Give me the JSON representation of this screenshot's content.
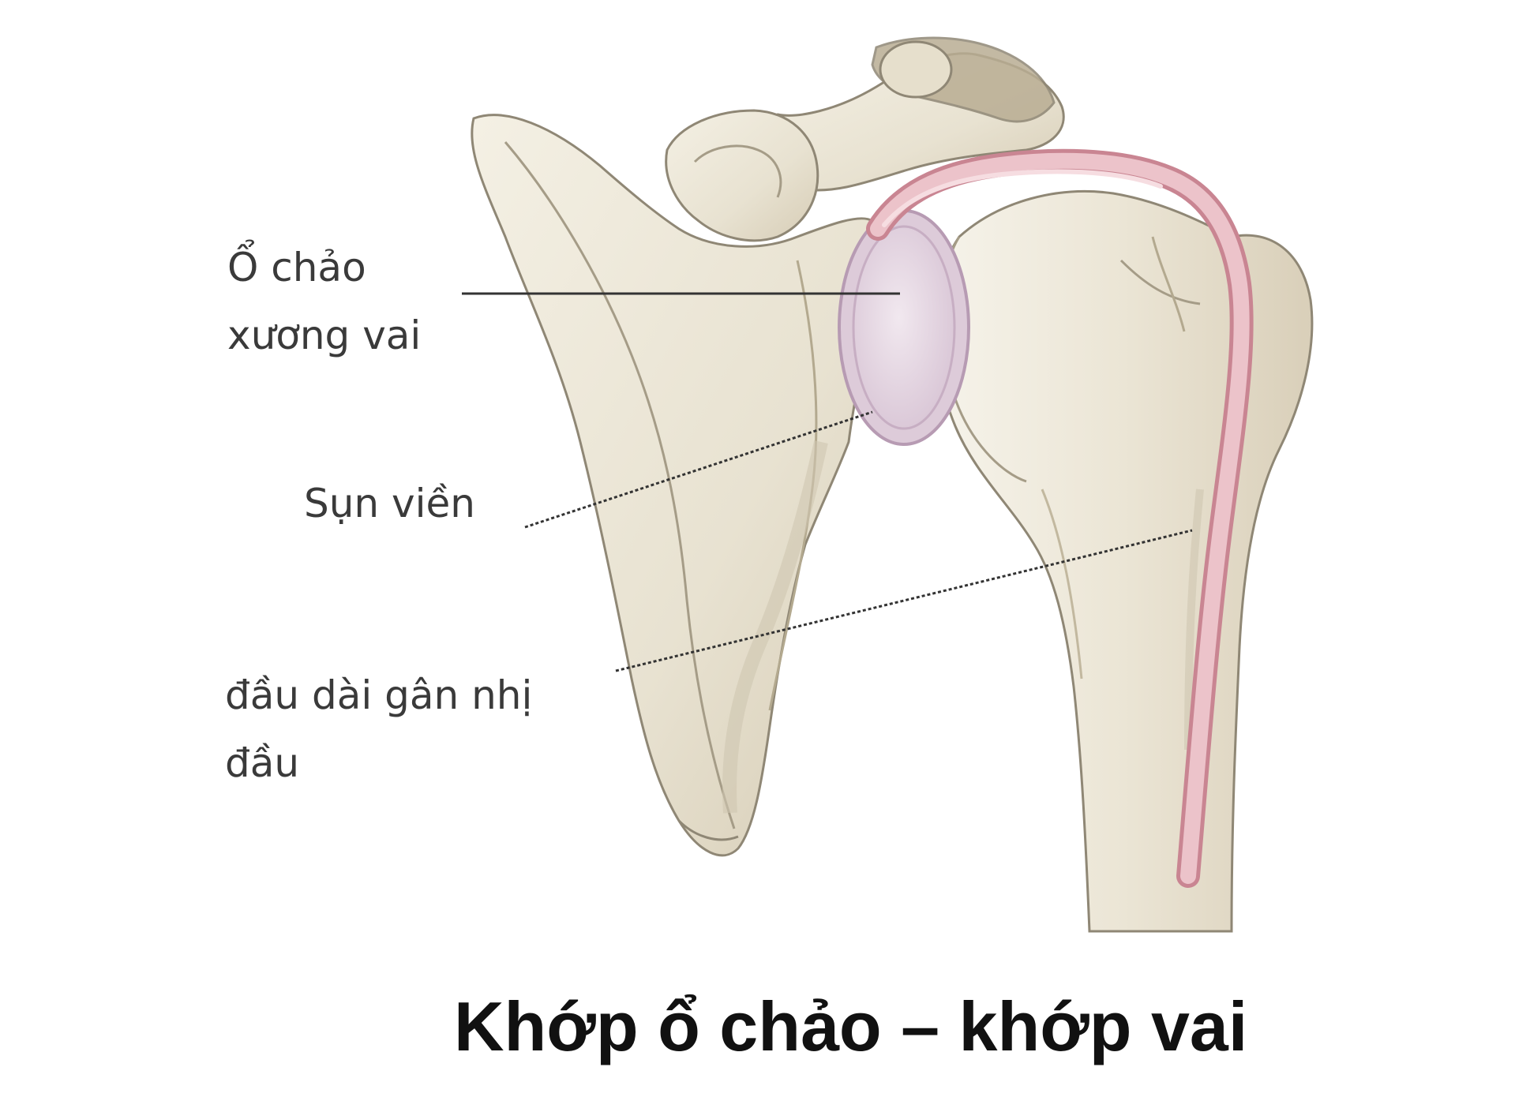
{
  "labels": {
    "glenoid_line1": "Ổ chảo",
    "glenoid_line2": "xương vai",
    "labrum": "Sụn viền",
    "biceps_line1": "đầu dài gân nhị",
    "biceps_line2": "đầu"
  },
  "title": "Khớp ổ chảo – khớp vai",
  "colors": {
    "bone": "#ece7d8",
    "bone_shadow": "#cfc6b0",
    "bone_outline": "#8f8775",
    "cartilage": "#e8dbe6",
    "cartilage_outline": "#b79bb3",
    "tendon": "#e6b6bf",
    "tendon_dark": "#c98592",
    "leader_line": "#333333"
  }
}
